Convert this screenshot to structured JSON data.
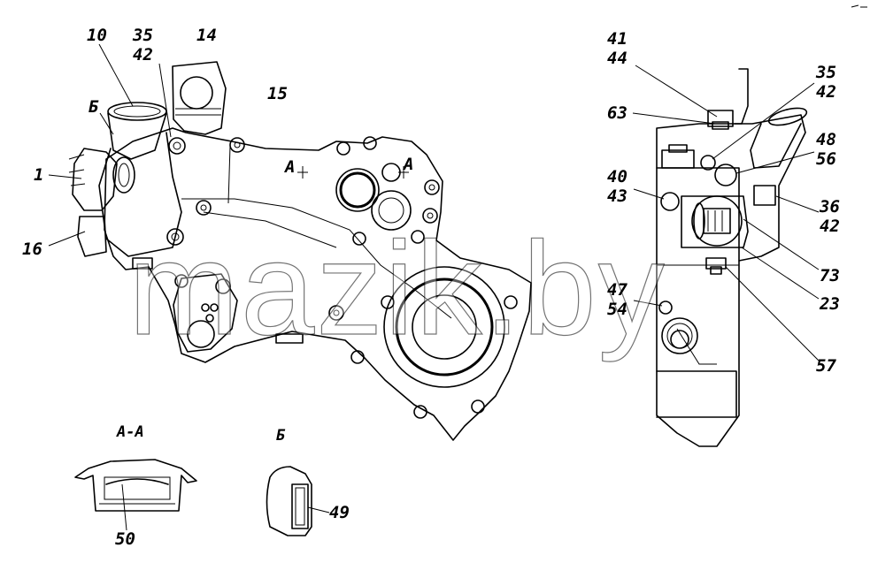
{
  "labels": {
    "l10": "10",
    "l35a": "35",
    "l42a": "42",
    "l14": "14",
    "l15": "15",
    "lB1": "Б",
    "l1": "1",
    "l16": "16",
    "lA1": "A",
    "lA2": "A",
    "l41": "41",
    "l44": "44",
    "l63": "63",
    "l35b": "35",
    "l42b": "42",
    "l48": "48",
    "l56": "56",
    "l40": "40",
    "l43": "43",
    "l36": "36",
    "l42c": "42",
    "l73": "73",
    "l23": "23",
    "l47": "47",
    "l54": "54",
    "l57": "57",
    "l50": "50",
    "l49": "49"
  },
  "sections": {
    "aa": "A-A",
    "b": "Б"
  },
  "watermark": "mazik.by"
}
